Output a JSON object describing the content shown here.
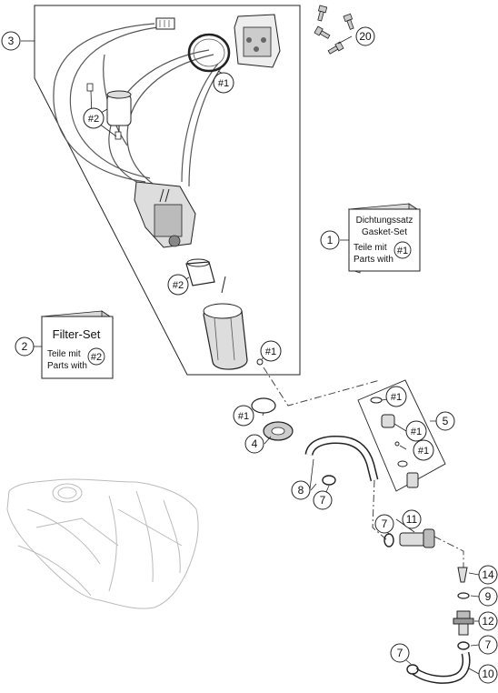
{
  "callouts": {
    "c1": "1",
    "c2": "2",
    "c3": "3",
    "c4": "4",
    "c5": "5",
    "c7a": "7",
    "c7b": "7",
    "c7c": "7",
    "c7d": "7",
    "c8": "8",
    "c9": "9",
    "c10": "10",
    "c11": "11",
    "c12": "12",
    "c14": "14",
    "c20": "20"
  },
  "refs": {
    "h1_top": "#1",
    "h1_tank": "#1",
    "h1_left": "#1",
    "h1_r1": "#1",
    "h1_r2": "#1",
    "h1_r3": "#1",
    "h2_upper": "#2",
    "h2_mid": "#2"
  },
  "gasket_box": {
    "title_line1": "Dichtungssatz",
    "title_line2": "Gasket-Set",
    "parts_line1": "Teile mit",
    "parts_line2": "Parts with",
    "ref": "#1"
  },
  "filter_box": {
    "title": "Filter-Set",
    "parts_line1": "Teile mit",
    "parts_line2": "Parts with",
    "ref": "#2"
  }
}
